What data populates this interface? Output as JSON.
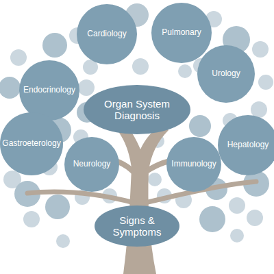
{
  "diagram": {
    "nodes": [
      {
        "text": [
          "Cardiology"
        ]
      },
      {
        "text": [
          "Pulmonary"
        ]
      },
      {
        "text": [
          "Endocrinology"
        ]
      },
      {
        "text": [
          "Urology"
        ]
      },
      {
        "text": [
          "Organ System Diagnosis"
        ]
      },
      {
        "text": [
          "Gastroeterology"
        ]
      },
      {
        "text": [
          "Hepatology"
        ]
      },
      {
        "text": [
          "Neurology"
        ]
      },
      {
        "text": [
          "Immunology"
        ]
      },
      {
        "text": [
          "Signs & Symptoms"
        ]
      }
    ]
  }
}
